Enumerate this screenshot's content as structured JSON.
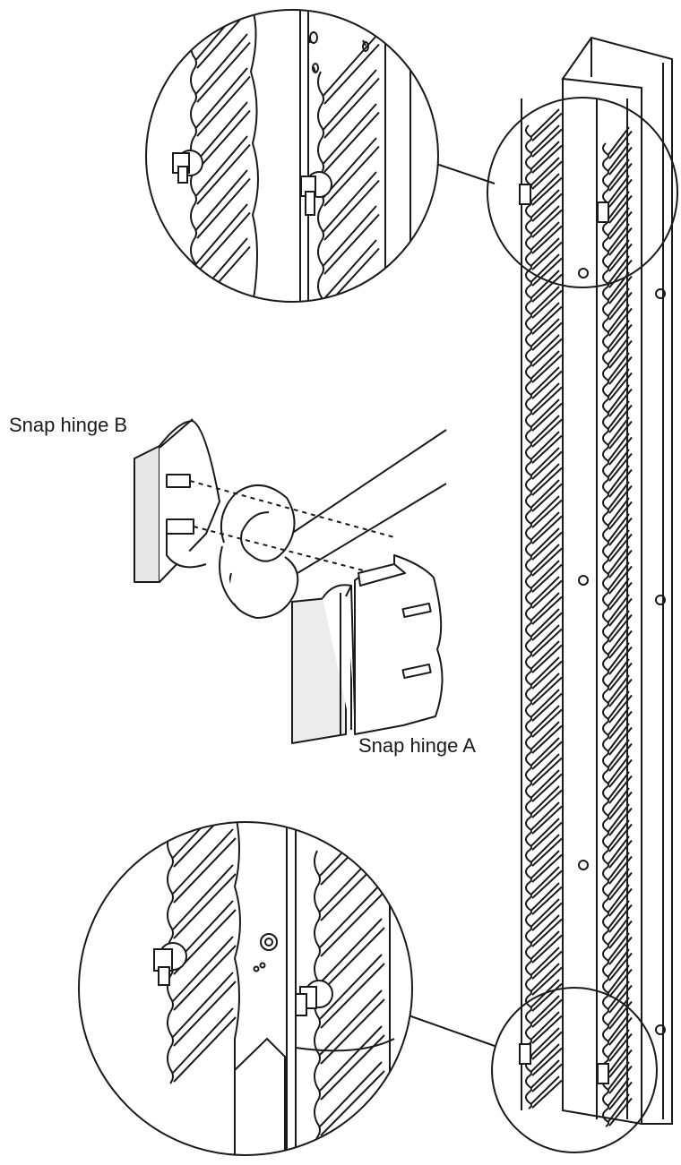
{
  "labels": {
    "snap_hinge_b": "Snap hinge B",
    "snap_hinge_a": "Snap hinge A"
  },
  "colors": {
    "line": "#1a1a1a",
    "fill": "#ffffff",
    "shade": "#dcdcdc"
  },
  "diagram": {
    "upright_rail_teeth": 62,
    "detail_views": [
      "top-detail-circle",
      "bottom-detail-circle"
    ]
  }
}
